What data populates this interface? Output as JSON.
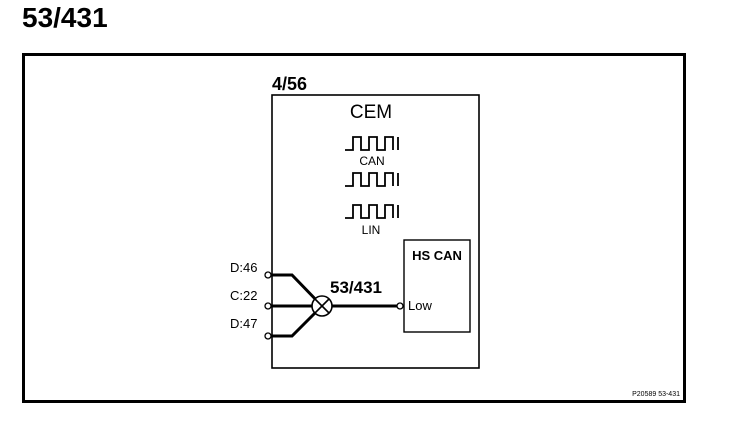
{
  "page": {
    "title": "53/431"
  },
  "diagram": {
    "module": {
      "ref": "4/56",
      "name": "CEM"
    },
    "signal_labels": {
      "can": "CAN",
      "lin": "LIN"
    },
    "splice": {
      "label": "53/431"
    },
    "bus_box": {
      "title": "HS CAN",
      "pin": "Low"
    },
    "connectors": [
      {
        "label": "D:46"
      },
      {
        "label": "C:22"
      },
      {
        "label": "D:47"
      }
    ],
    "figure_id": "P20589  53-431"
  }
}
